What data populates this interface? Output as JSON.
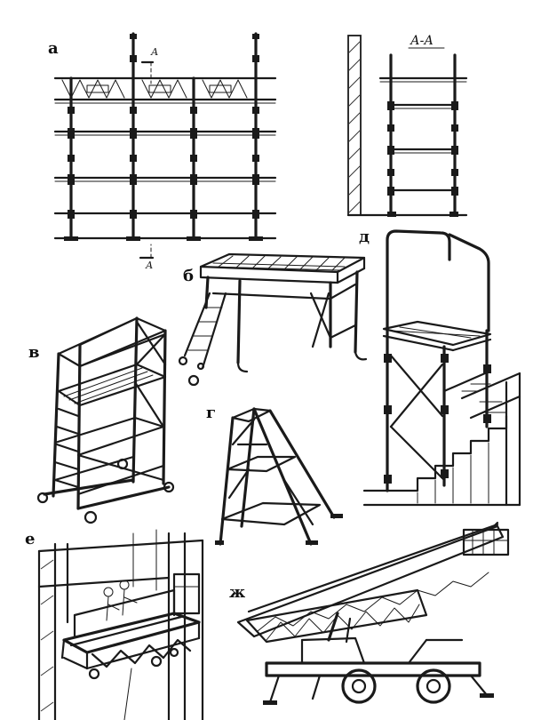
{
  "labels": {
    "a": "а",
    "b": "б",
    "v": "в",
    "g": "г",
    "d": "д",
    "e": "е",
    "zh": "ж"
  },
  "section": {
    "title": "А-А",
    "mark_top": "А",
    "mark_bottom": "А"
  }
}
